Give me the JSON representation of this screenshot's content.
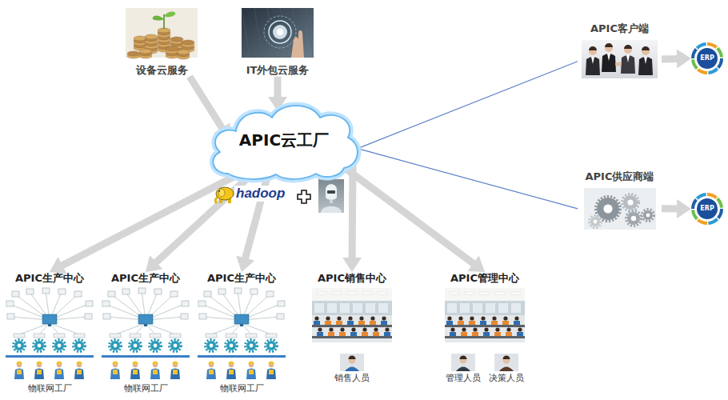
{
  "diagram": {
    "nodes": [
      {
        "text": [
          "设备云服务"
        ]
      },
      {
        "text": [
          "IT外包云服务"
        ]
      },
      {
        "text": [
          "APIC客户端"
        ]
      },
      {
        "text": [
          "ERP"
        ]
      },
      {
        "text": [
          "APIC云工厂"
        ]
      },
      {
        "text": [
          "APIC供应商端"
        ]
      },
      {
        "text": [
          "ERP"
        ]
      },
      {
        "text": [
          "APIC生产中心",
          "物联网工厂"
        ]
      },
      {
        "text": [
          "APIC生产中心",
          "物联网工厂"
        ]
      },
      {
        "text": [
          "APIC生产中心",
          "物联网工厂"
        ]
      },
      {
        "text": [
          "APIC销售中心",
          "销售人员"
        ]
      },
      {
        "text": [
          "APIC管理中心",
          "管理人员",
          "决策人员"
        ]
      }
    ],
    "edges": [
      {
        "from": 0,
        "to": 4,
        "arrow": "to"
      },
      {
        "from": 1,
        "to": 4,
        "arrow": "to"
      },
      {
        "from": 4,
        "to": 2,
        "arrow": "none"
      },
      {
        "from": 2,
        "to": 3,
        "arrow": "to"
      },
      {
        "from": 4,
        "to": 5,
        "arrow": "none"
      },
      {
        "from": 5,
        "to": 6,
        "arrow": "to"
      },
      {
        "from": 4,
        "to": 7,
        "arrow": "to"
      },
      {
        "from": 4,
        "to": 8,
        "arrow": "to"
      },
      {
        "from": 4,
        "to": 9,
        "arrow": "to"
      },
      {
        "from": 4,
        "to": 10,
        "arrow": "to"
      },
      {
        "from": 4,
        "to": 11,
        "arrow": "to"
      }
    ],
    "labels": [
      "hadoop"
    ]
  }
}
